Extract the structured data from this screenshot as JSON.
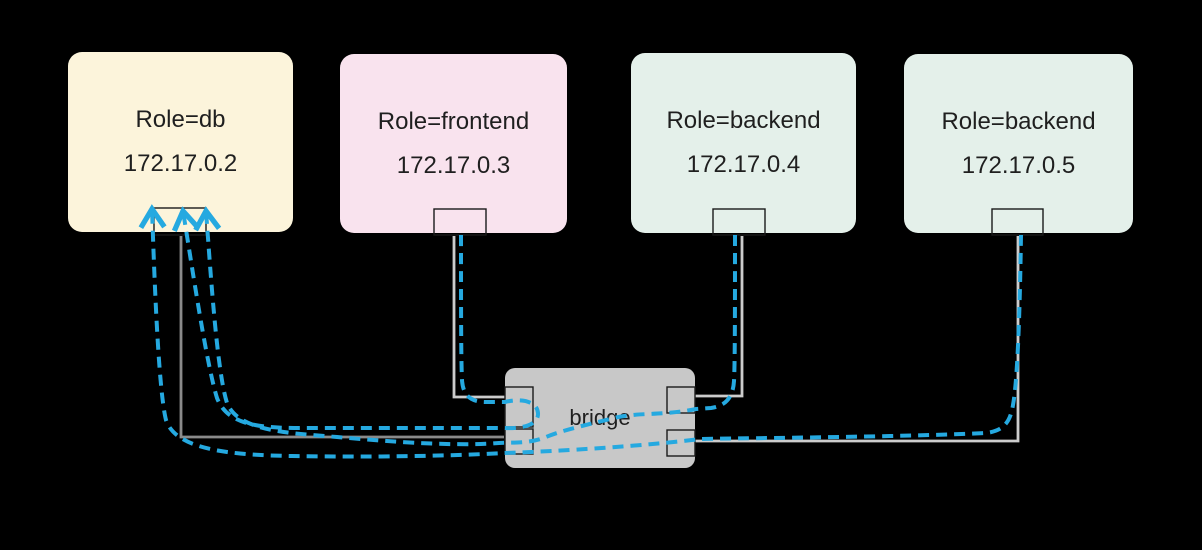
{
  "diagram": {
    "title": "docker-bridge-network-diagram",
    "containers": [
      {
        "id": "db",
        "role_label": "Role=db",
        "ip": "172.17.0.2",
        "fill": "#fcf4db"
      },
      {
        "id": "frontend",
        "role_label": "Role=frontend",
        "ip": "172.17.0.3",
        "fill": "#f9e3ee"
      },
      {
        "id": "backend1",
        "role_label": "Role=backend",
        "ip": "172.17.0.4",
        "fill": "#e4f0ea"
      },
      {
        "id": "backend2",
        "role_label": "Role=backend",
        "ip": "172.17.0.5",
        "fill": "#e4f0ea"
      }
    ],
    "bridge": {
      "label": "bridge",
      "fill": "#c8c8c8"
    },
    "colors": {
      "background": "#000000",
      "text": "#1f1f1f",
      "flow_dashed": "#25a9e0",
      "link_db": "#8a8a8a",
      "link_light": "#cccccc",
      "port_stroke": "#1a1a1a"
    }
  }
}
